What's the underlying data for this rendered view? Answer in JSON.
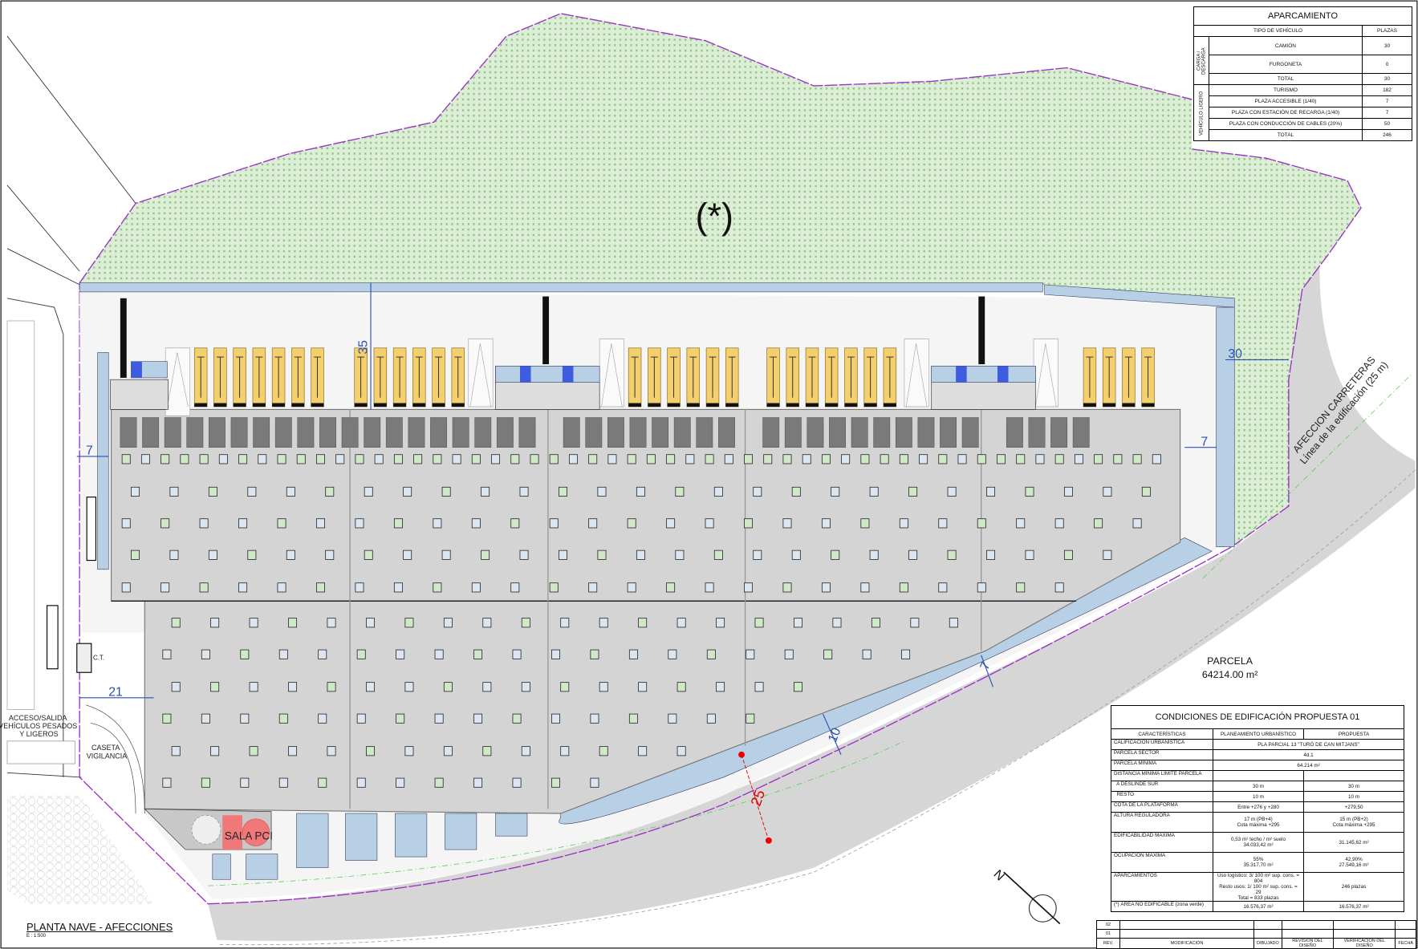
{
  "drawing": {
    "title": "PLANTA NAVE - AFECCIONES",
    "scale": "E : 1:500",
    "green_zone_mark": "(*)",
    "parcel_label": "PARCELA",
    "parcel_area": "64214.00 m²",
    "ct_label": "C.T.",
    "sala_pci": "SALA PCI",
    "access_label": [
      "ACCESO/SALIDA",
      "VEHÍCULOS PESADOS",
      "Y LIGEROS"
    ],
    "caseta_label": [
      "CASETA",
      "VIGILANCIA"
    ],
    "road_affection": [
      "AFECCION CARRETERAS",
      "Línea de la edificación (25 m)"
    ],
    "dimensions": {
      "d35": "35",
      "d30": "30",
      "d7_left": "7",
      "d7_right": "7",
      "d7_south": "7",
      "d21": "21",
      "d10": "10",
      "d25": "25"
    },
    "north": "N",
    "colors": {
      "green_zone": "#c8e6c0",
      "boundary": "#9b30c8",
      "dimension": "#2a4fb0",
      "truck": "#f3cf6e",
      "parking": "#b8d0e6",
      "pci": "#f07878",
      "building": "#d4d4d4"
    }
  },
  "parking_table": {
    "title": "APARCAMIENTO",
    "headers": [
      "TIPO DE VEHÍCULO",
      "PLAZAS"
    ],
    "group1": "CARGA / DESCARGA",
    "group2": "VEHÍCULO LIGERO",
    "rows": [
      {
        "type": "CAMIÓN",
        "places": "30"
      },
      {
        "type": "FURGONETA",
        "places": "0"
      },
      {
        "type": "TOTAL",
        "places": "30"
      },
      {
        "type": "TURISMO",
        "places": "182"
      },
      {
        "type": "PLAZA ACCESIBLE (1/40)",
        "places": "7"
      },
      {
        "type": "PLAZA CON ESTACIÓN DE RECARGA (1/40)",
        "places": "7"
      },
      {
        "type": "PLAZA CON CONDUCCIÓN DE CABLES (20%)",
        "places": "50"
      },
      {
        "type": "TOTAL",
        "places": "246"
      }
    ]
  },
  "conditions_table": {
    "title": "CONDICIONES DE EDIFICACIÓN PROPUESTA 01",
    "headers": [
      "CARACTERÍSTICAS",
      "PLANEAMIENTO URBANÍSTICO",
      "PROPUESTA"
    ],
    "rows": [
      {
        "k": "CALIFICACIÓN URBANÍSTICA",
        "merged": "PLA PARCIAL 13 \"TURÓ DE CAN MITJANS\""
      },
      {
        "k": "PARCELA SECTOR",
        "merged": "4d.1"
      },
      {
        "k": "PARCELA MÍNIMA",
        "merged": "64.214 m²"
      },
      {
        "k": "DISTANCIA MÍNIMA LÍMITE PARCELA",
        "a": "",
        "b": ""
      },
      {
        "k": "  A DESLINDE SUR",
        "a": "30 m",
        "b": "30 m"
      },
      {
        "k": "  RESTO",
        "a": "10 m",
        "b": "10 m"
      },
      {
        "k": "COTA DE LA PLATAFORMA",
        "a": "Entre +276 y +280",
        "b": "+279,50"
      },
      {
        "k": "ALTURA REGULADORA",
        "a": "17 m (PB+4)\nCota máxima +295",
        "b": "15 m (PB+2)\nCota máxima +295"
      },
      {
        "k": "EDIFICABILIDAD MÁXIMA",
        "a": "0,53 m² techo / m² suelo\n34.033,42 m²",
        "b": "31.145,62 m²"
      },
      {
        "k": "OCUPACIÓN MÁXIMA",
        "a": "55%\n35.317,70 m²",
        "b": "42,90%\n27.549,16 m²"
      },
      {
        "k": "APARCAMIENTOS",
        "a": "Uso logístico: 3/ 100 m² sup. cons. = 804\nResto usos: 1/ 100 m² sup. cons. = 29\nTotal = 833 plazas",
        "b": "246 plazas"
      },
      {
        "k": "(*) ÁREA NO EDIFICABLE (zona verde)",
        "a": "16.576,37 m²",
        "b": "16.576,37 m²"
      }
    ]
  },
  "revision_table": {
    "rows": [
      "02",
      "01"
    ],
    "headers": [
      "REV.",
      "MODIFICACIÓN",
      "DIBUJADO",
      "REVISIÓN DEL DISEÑO",
      "VERIFICACIÓN DEL DISEÑO",
      "FECHA"
    ]
  }
}
